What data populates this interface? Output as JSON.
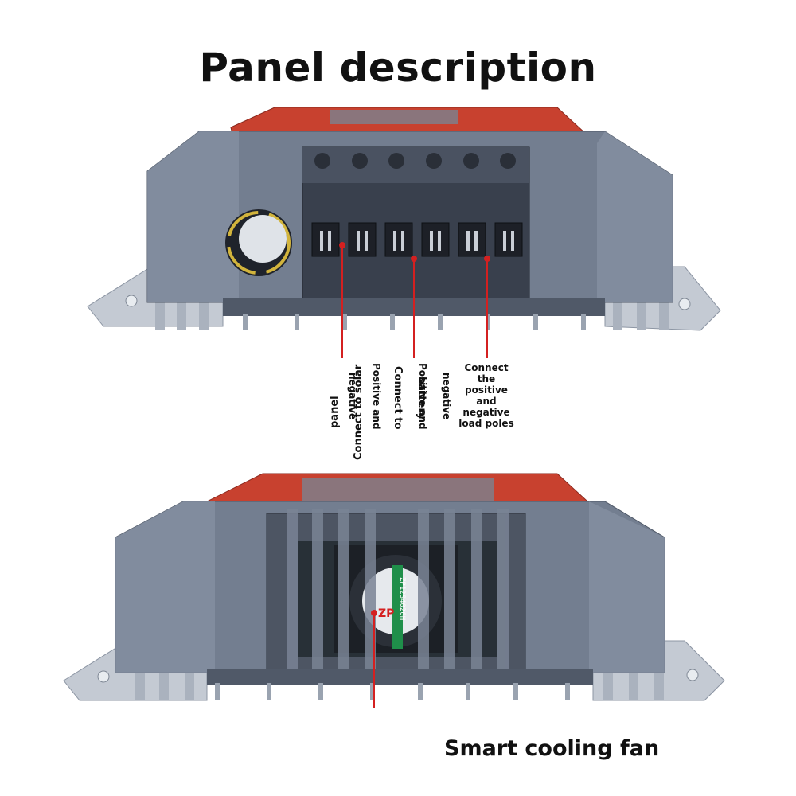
{
  "title": "Panel description",
  "labels": {
    "solar_line1": "Positive and",
    "solar_line2": "negative",
    "solar_line3": "Connect to solar",
    "solar_line4": "panel",
    "battery_line1": "Positive and",
    "battery_line2": "negative",
    "battery_line3": "Connect to",
    "battery_line4": "battery",
    "load": "Connect\nthe\npositive\nand\nnegative\nload poles",
    "fan": "Smart cooling fan"
  },
  "device": {
    "fan_brand": "ZP",
    "fan_model": "ZP12S4020H"
  },
  "colors": {
    "housing_red": "#c8412f",
    "housing_gray": "#6f7a8c",
    "heatsink": "#b8c0cc",
    "terminal_black": "#1d2027",
    "callout_red": "#d42020"
  }
}
